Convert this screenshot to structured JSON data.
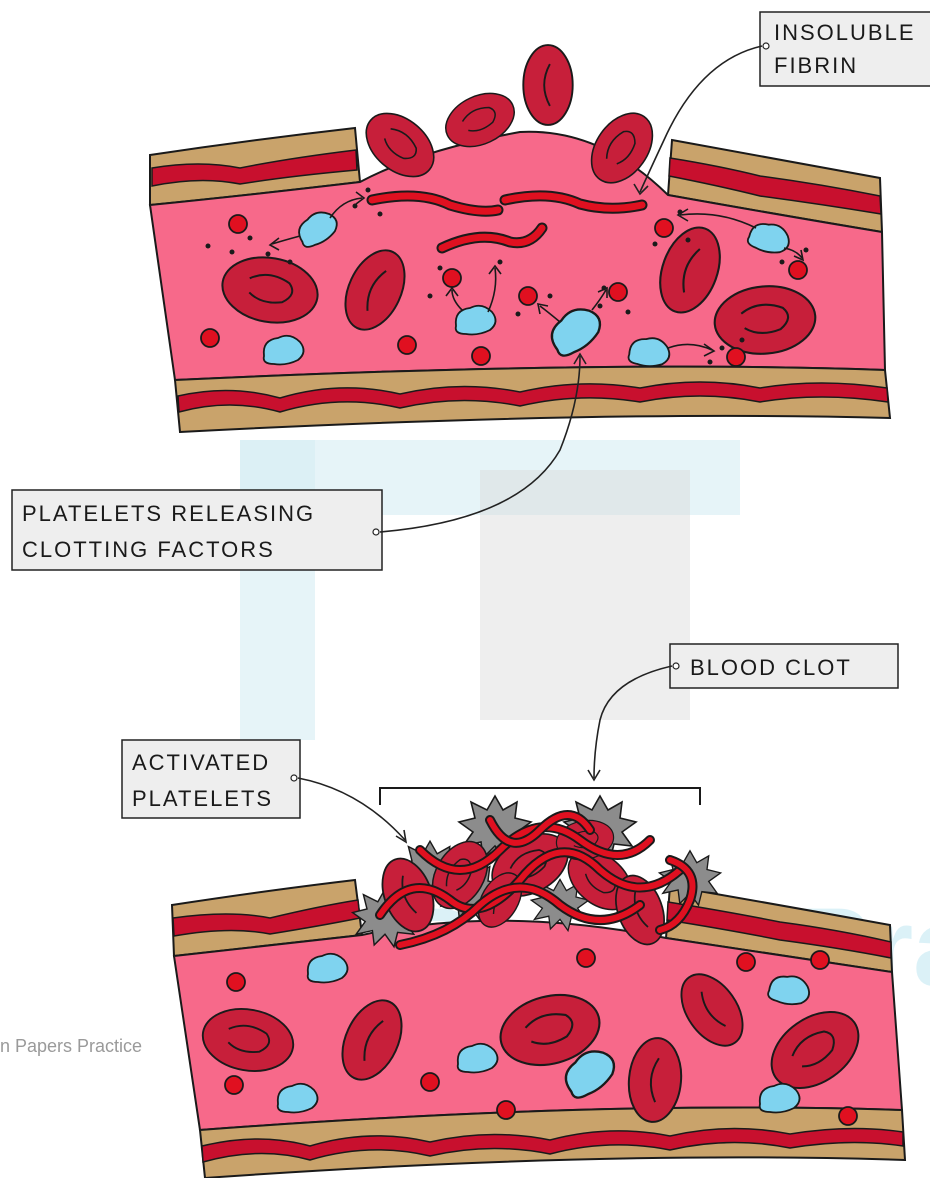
{
  "watermark": {
    "large_text": "am Papers Prac",
    "small_text": "n Papers Practice"
  },
  "labels": {
    "insoluble_fibrin_line1": "INSOLUBLE",
    "insoluble_fibrin_line2": "FIBRIN",
    "platelets_releasing_line1": "PLATELETS RELEASING",
    "platelets_releasing_line2": "CLOTTING FACTORS",
    "blood_clot": "BLOOD CLOT",
    "activated_platelets_line1": "ACTIVATED",
    "activated_platelets_line2": "PLATELETS"
  },
  "colors": {
    "plasma": "#f7698a",
    "vessel_wall_red": "#c8102e",
    "vessel_wall_tan": "#c9a36b",
    "red_blood_cell": "#c71f3a",
    "platelet": "#7fd3ef",
    "activated_platelet": "#8c8c8c",
    "fibrin": "#e01020",
    "clotting_factor": "#e01020"
  }
}
